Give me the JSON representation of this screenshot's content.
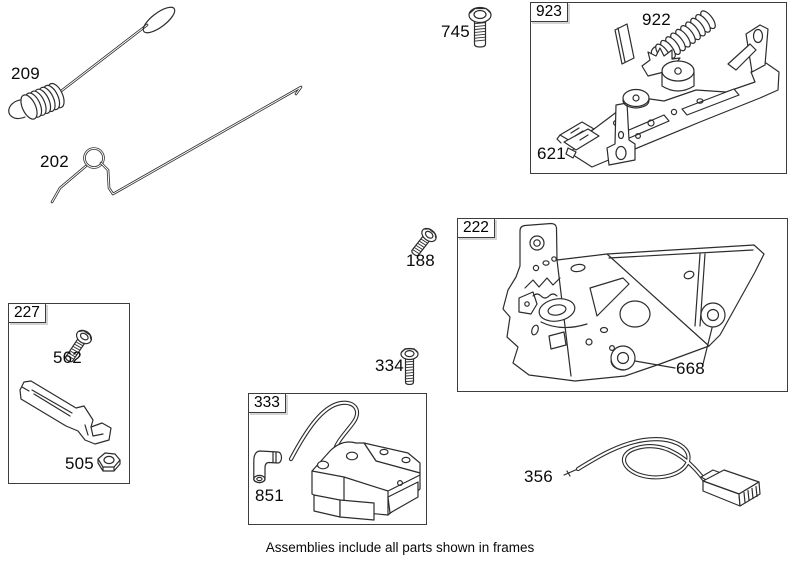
{
  "colors": {
    "background": "#ffffff",
    "line": "#2d2d2d",
    "text": "#0a0a0a"
  },
  "caption": "Assemblies include all parts shown in frames",
  "labels": {
    "p209": "209",
    "p202": "202",
    "p745": "745",
    "f923": "923",
    "p922": "922",
    "p621": "621",
    "f222": "222",
    "p668": "668",
    "p188": "188",
    "p334": "334",
    "f227": "227",
    "p562": "562",
    "p505": "505",
    "f333": "333",
    "p851": "851",
    "p356": "356"
  }
}
